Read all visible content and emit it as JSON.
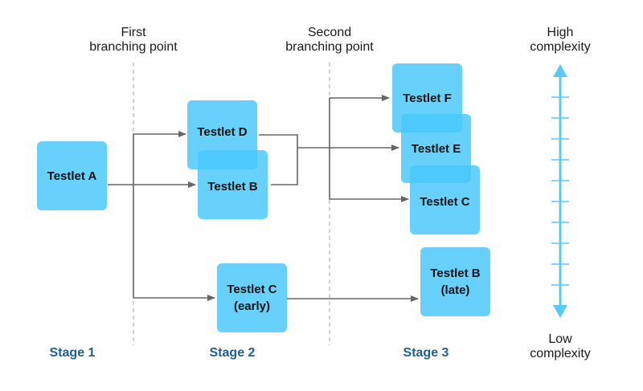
{
  "branch_points": {
    "first": "First\nbranching point",
    "second": "Second\nbranching point"
  },
  "complexity": {
    "high": "High\ncomplexity",
    "low": "Low\ncomplexity"
  },
  "testlets": {
    "a": "Testlet A",
    "d": "Testlet D",
    "b": "Testlet B",
    "c_early": "Testlet C\n(early)",
    "f": "Testlet F",
    "e": "Testlet E",
    "c": "Testlet C",
    "b_late": "Testlet B\n(late)"
  },
  "stages": [
    "Stage 1",
    "Stage 2",
    "Stage 3"
  ],
  "colors": {
    "box": "#47c7fa",
    "arrow": "#666666",
    "stage_text": "#1f5f93",
    "scale": "#5bc8f5"
  }
}
